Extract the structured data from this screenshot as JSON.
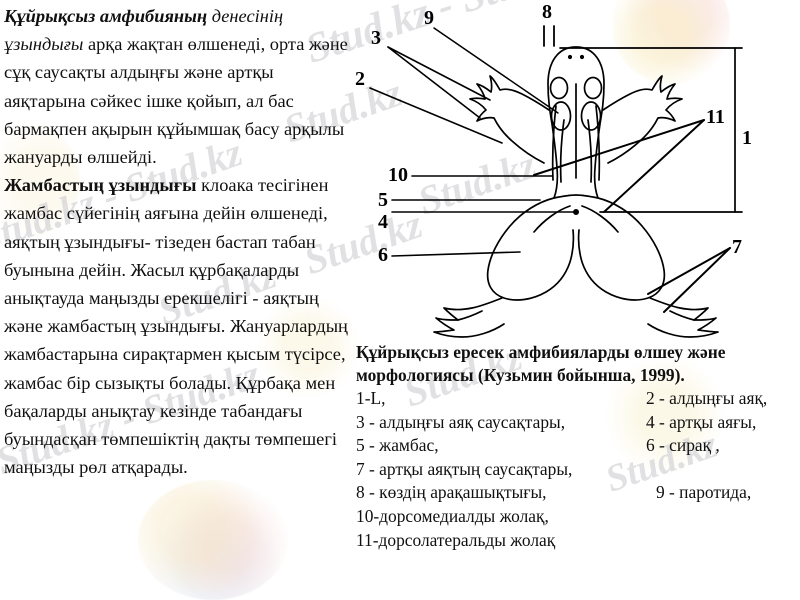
{
  "document": {
    "language": "kk",
    "body_paragraphs": [
      {
        "id": "p1",
        "runs": [
          {
            "text": "Құйрықсыз амфибияның ",
            "style": "bold-italic"
          },
          {
            "text": "денесінің ұзындығы",
            "style": "italic"
          },
          {
            "text": " арқа жақтан өлшенеді, орта және сұқ  саусақты алдыңғы және артқы аяқтарына сәйкес ішке қойып, ал бас бармақпен ақырын құйымшақ басу арқылы жануарды өлшейді.",
            "style": "regular"
          }
        ]
      },
      {
        "id": "p2",
        "runs": [
          {
            "text": "Жамбастың ұзындығы",
            "style": "bold"
          },
          {
            "text": " клоака тесігінен жамбас сүйегінің аяғына дейін өлшенеді,",
            "style": "regular"
          }
        ]
      },
      {
        "id": "p3",
        "runs": [
          {
            "text": "аяқтың ұзындығы- тізеден бастап табан буынына дейін. Жасыл құрбақаларды анықтауда маңызды ерекшелігі - аяқтың және жамбастың ұзындығы. Жануарлардың жамбастарына сирақтармен қысым түсірсе, жамбас бір сызықты болады. Құрбақа мен бақаларды анықтау кезінде табандағы буындасқан төмпешіктің дақты төмпешегі маңызды рөл атқарады.",
            "style": "regular"
          }
        ]
      }
    ]
  },
  "figure": {
    "alt_name": "frog-dorsal-view-diagram",
    "callouts": [
      {
        "id": "callout-9",
        "label": "9"
      },
      {
        "id": "callout-3",
        "label": "3"
      },
      {
        "id": "callout-2",
        "label": "2"
      },
      {
        "id": "callout-8",
        "label": "8"
      },
      {
        "id": "callout-11",
        "label": "11"
      },
      {
        "id": "callout-1",
        "label": "1"
      },
      {
        "id": "callout-10",
        "label": "10"
      },
      {
        "id": "callout-5",
        "label": "5"
      },
      {
        "id": "callout-4",
        "label": "4"
      },
      {
        "id": "callout-6",
        "label": "6"
      },
      {
        "id": "callout-7",
        "label": "7"
      }
    ]
  },
  "caption": {
    "title_line_1": "Құйрықсыз ересек амфибияларды өлшеу және",
    "title_line_2": "морфологиясы (Кузьмин бойынша, 1999).",
    "legend_rows": [
      {
        "left": "1-L,",
        "right": "2 - алдыңғы аяқ,"
      },
      {
        "left": "3 - алдыңғы аяқ саусақтары,",
        "right": "4 - артқы аяғы,"
      },
      {
        "left": "5 - жамбас,",
        "right": "6 - сирақ ,"
      },
      {
        "left": "7 - артқы аяқтың саусақтары,",
        "right": ""
      },
      {
        "left": "8 - көздің арақашықтығы,",
        "right": "9 - паротида,"
      },
      {
        "left": "10-дорсомедиалды жолақ,",
        "right": ""
      },
      {
        "left": "11-дорсолатеральды жолақ",
        "right": ""
      }
    ]
  },
  "watermark": {
    "text_a": "Stud.kz",
    "text_b": "Stud.kz - Stud.kz",
    "color": "#c9c9cf"
  },
  "colors": {
    "page_background": "#ffffff",
    "text": "#101010",
    "line_art": "#000000",
    "watermark": "#c9c9cf"
  }
}
